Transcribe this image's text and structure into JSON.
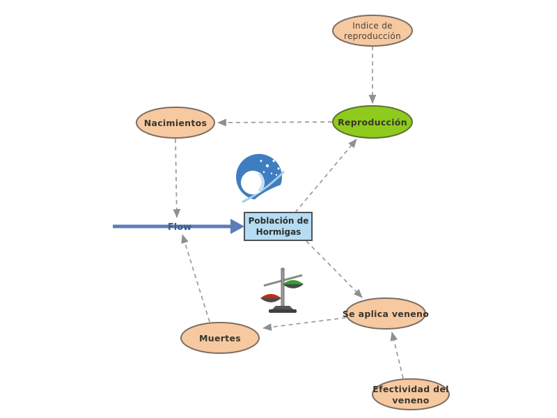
{
  "canvas": {
    "background": "#FFFFFF"
  },
  "colors": {
    "node_fill_peach": "#F7C9A1",
    "node_border_brown": "#7B6E63",
    "node_fill_green": "#8FCB1D",
    "node_border_green": "#5F7030",
    "stock_fill_blue": "#B5DCF2",
    "stock_border_gray": "#4D5257",
    "node_text": "#3A352C",
    "edge_dashed_gray": "#9E9E9E",
    "arrowhead_gray": "#8F8F8F",
    "flow_arrow_blue": "#5B7DB9",
    "flow_label_blue": "#3A5A8C",
    "sphere_icon_blue": "#3E7EC0",
    "scale_red": "#C42B10",
    "scale_green": "#2FA12F"
  },
  "nodes": {
    "indice_reproduccion": {
      "label": "Indice de reproducción",
      "line1": "Indice de",
      "line2": "reproducción"
    },
    "reproduccion": {
      "label": "Reproducción"
    },
    "nacimientos": {
      "label": "Nacimientos"
    },
    "poblacion_hormigas": {
      "label": "Población de Hormigas",
      "line1": "Población de",
      "line2": "Hormigas"
    },
    "flow": {
      "label": "Flow"
    },
    "se_aplica_veneno": {
      "label": "Se aplica veneno"
    },
    "muertes": {
      "label": "Muertes"
    },
    "efectividad_veneno": {
      "label": "Efectividad del veneno",
      "line1": "Efectividad del",
      "line2": "veneno"
    }
  },
  "icons": {
    "sphere_icon": "blue-sphere-moon-stars",
    "balance_scale_icon": "balance-scale-red-green"
  },
  "edges": [
    {
      "from": "indice_reproduccion",
      "to": "reproduccion",
      "style": "dashed"
    },
    {
      "from": "reproduccion",
      "to": "nacimientos",
      "style": "dashed"
    },
    {
      "from": "poblacion_hormigas",
      "to": "reproduccion",
      "style": "dashed"
    },
    {
      "from": "nacimientos",
      "to": "flow",
      "style": "dashed"
    },
    {
      "from": "muertes",
      "to": "flow",
      "style": "dashed"
    },
    {
      "from": "poblacion_hormigas",
      "to": "se_aplica_veneno",
      "style": "dashed"
    },
    {
      "from": "se_aplica_veneno",
      "to": "muertes",
      "style": "dashed"
    },
    {
      "from": "efectividad_veneno",
      "to": "se_aplica_veneno",
      "style": "dashed"
    },
    {
      "from": "flow",
      "to": "poblacion_hormigas",
      "style": "solid-blue"
    }
  ]
}
